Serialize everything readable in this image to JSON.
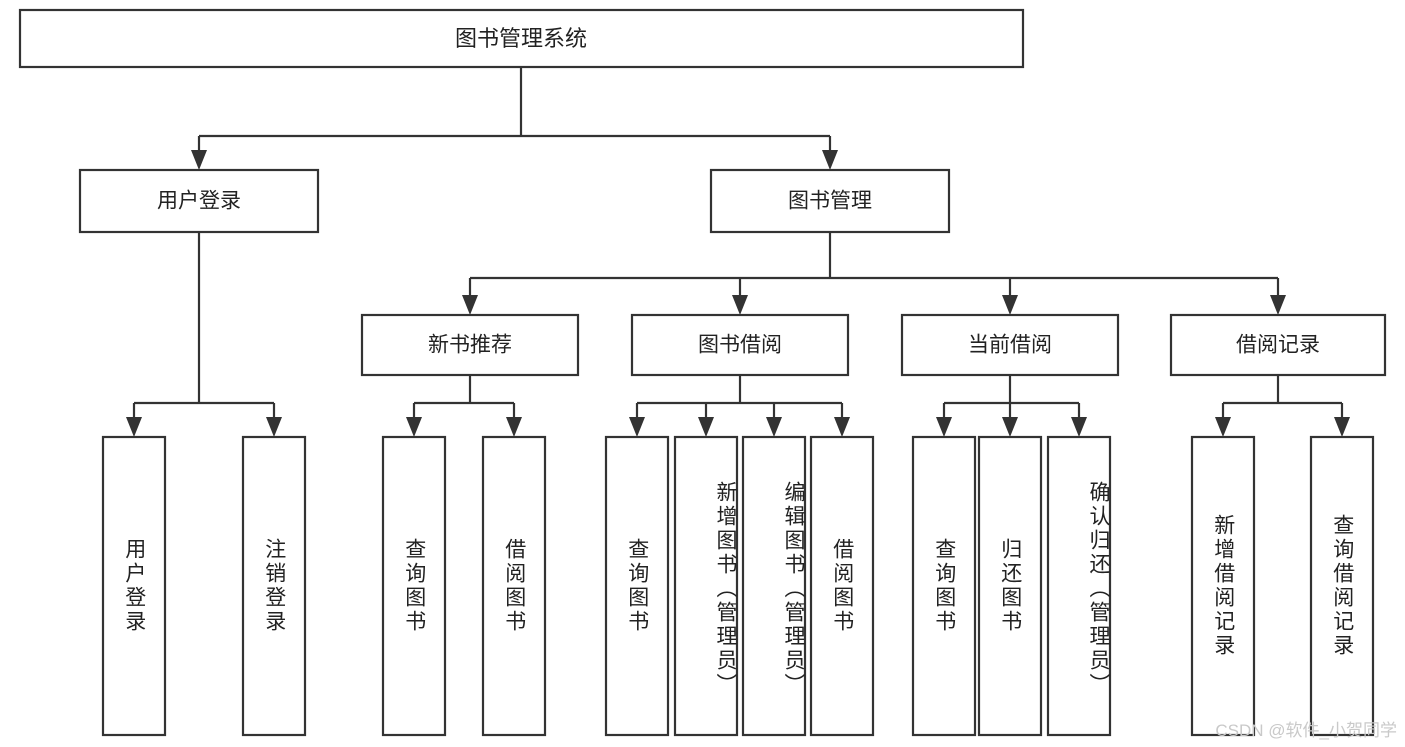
{
  "diagram": {
    "title": "图书管理系统",
    "type": "tree-hierarchy",
    "orientation": "top-down",
    "colors": {
      "box_fill": "#ffffff",
      "box_stroke": "#333333",
      "text": "#222222",
      "background": "#ffffff",
      "watermark": "#c9c9c9"
    },
    "root": {
      "label": "图书管理系统"
    },
    "level2": [
      {
        "label": "用户登录"
      },
      {
        "label": "图书管理"
      }
    ],
    "level3": [
      {
        "label": "新书推荐"
      },
      {
        "label": "图书借阅"
      },
      {
        "label": "当前借阅"
      },
      {
        "label": "借阅记录"
      }
    ],
    "leaves": {
      "user_login": [
        {
          "label": "用户登录"
        },
        {
          "label": "注销登录"
        }
      ],
      "new_book_recommend": [
        {
          "label": "查询图书"
        },
        {
          "label": "借阅图书"
        }
      ],
      "book_borrow": [
        {
          "label": "查询图书"
        },
        {
          "label": "新增图书（管理员）"
        },
        {
          "label": "编辑图书（管理员）"
        },
        {
          "label": "借阅图书"
        }
      ],
      "current_borrow": [
        {
          "label": "查询图书"
        },
        {
          "label": "归还图书"
        },
        {
          "label": "确认归还（管理员）"
        }
      ],
      "borrow_record": [
        {
          "label": "新增借阅记录"
        },
        {
          "label": "查询借阅记录"
        }
      ]
    }
  },
  "watermark": {
    "text": "CSDN @软件_小贺同学"
  }
}
